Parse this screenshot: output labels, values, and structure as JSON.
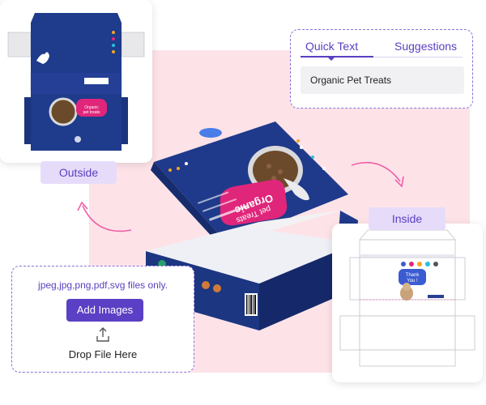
{
  "outside": {
    "label": "Outside"
  },
  "inside": {
    "label": "Inside"
  },
  "quick_text": {
    "tabs": [
      "Quick Text",
      "Suggestions"
    ],
    "active_tab": "Quick Text",
    "text_value": "Organic Pet Treats"
  },
  "upload": {
    "note": "jpeg,jpg,png,pdf,svg files only.",
    "button_label": "Add Images",
    "drop_text": "Drop File Here"
  },
  "colors": {
    "accent": "#5b3fc4",
    "box_blue": "#1f3a8a",
    "pink_bg": "#fde3e8",
    "pink_label": "#e0267a"
  }
}
